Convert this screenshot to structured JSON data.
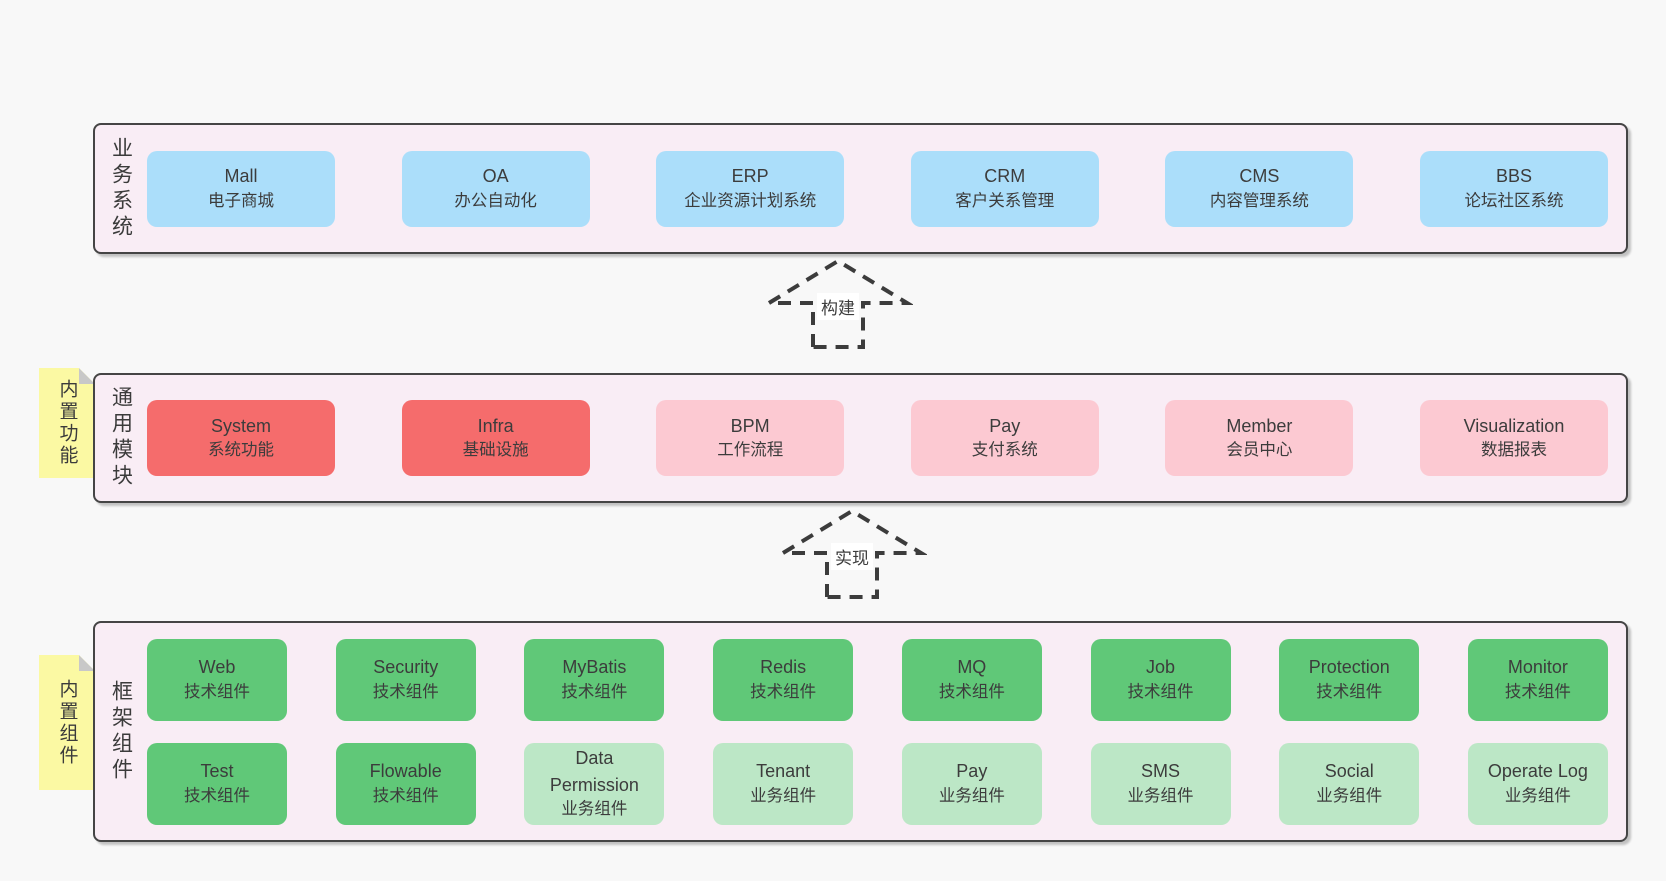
{
  "bands": {
    "business": {
      "label": "业务系统",
      "boxes": [
        {
          "title": "Mall",
          "subtitle": "电子商城"
        },
        {
          "title": "OA",
          "subtitle": "办公自动化"
        },
        {
          "title": "ERP",
          "subtitle": "企业资源计划系统"
        },
        {
          "title": "CRM",
          "subtitle": "客户关系管理"
        },
        {
          "title": "CMS",
          "subtitle": "内容管理系统"
        },
        {
          "title": "BBS",
          "subtitle": "论坛社区系统"
        }
      ]
    },
    "modules": {
      "label": "通用模块",
      "sticky": "内置功能",
      "boxes": [
        {
          "title": "System",
          "subtitle": "系统功能"
        },
        {
          "title": "Infra",
          "subtitle": "基础设施"
        },
        {
          "title": "BPM",
          "subtitle": "工作流程"
        },
        {
          "title": "Pay",
          "subtitle": "支付系统"
        },
        {
          "title": "Member",
          "subtitle": "会员中心"
        },
        {
          "title": "Visualization",
          "subtitle": "数据报表"
        }
      ]
    },
    "components": {
      "label": "框架组件",
      "sticky": "内置组件",
      "row1": [
        {
          "title": "Web",
          "subtitle": "技术组件"
        },
        {
          "title": "Security",
          "subtitle": "技术组件"
        },
        {
          "title": "MyBatis",
          "subtitle": "技术组件"
        },
        {
          "title": "Redis",
          "subtitle": "技术组件"
        },
        {
          "title": "MQ",
          "subtitle": "技术组件"
        },
        {
          "title": "Job",
          "subtitle": "技术组件"
        },
        {
          "title": "Protection",
          "subtitle": "技术组件"
        },
        {
          "title": "Monitor",
          "subtitle": "技术组件"
        }
      ],
      "row2": [
        {
          "title": "Test",
          "subtitle": "技术组件"
        },
        {
          "title": "Flowable",
          "subtitle": "技术组件"
        },
        {
          "title": "Data Permission",
          "subtitle": "业务组件"
        },
        {
          "title": "Tenant",
          "subtitle": "业务组件"
        },
        {
          "title": "Pay",
          "subtitle": "业务组件"
        },
        {
          "title": "SMS",
          "subtitle": "业务组件"
        },
        {
          "title": "Social",
          "subtitle": "业务组件"
        },
        {
          "title": "Operate Log",
          "subtitle": "业务组件"
        }
      ]
    }
  },
  "arrows": {
    "build": {
      "label": "构建"
    },
    "implement": {
      "label": "实现"
    }
  },
  "colors": {
    "page_background": "#f8f8f8",
    "band_background": "#f9edf5",
    "band_border": "#454545",
    "box_blue": "#abdefa",
    "box_red": "#f56c6c",
    "box_pink": "#fcc9d2",
    "box_green_dark": "#60c878",
    "box_green_light": "#bce7c6",
    "sticky_yellow": "#fbf9a3",
    "sticky_fold_gray": "#c8c8c8",
    "text": "#3c3c3c"
  }
}
